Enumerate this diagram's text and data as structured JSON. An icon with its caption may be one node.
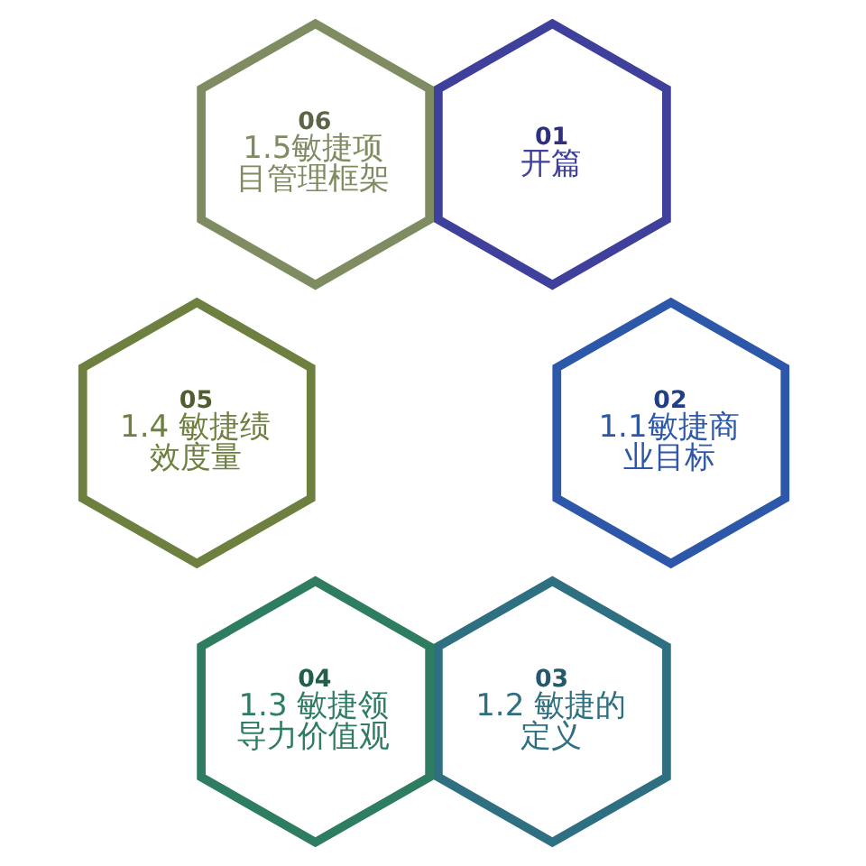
{
  "diagram": {
    "nodes": [
      {
        "text": [
          "01",
          "开篇"
        ]
      },
      {
        "text": [
          "02",
          "1.1敏捷商业目标"
        ]
      },
      {
        "text": [
          "03",
          "1.2 敏捷的定义"
        ]
      },
      {
        "text": [
          "04",
          "1.3 敏捷领导力价值观"
        ]
      },
      {
        "text": [
          "05",
          "1.4 敏捷绩效度量"
        ]
      },
      {
        "text": [
          "06",
          "1.5敏捷项目管理框架"
        ]
      }
    ]
  }
}
